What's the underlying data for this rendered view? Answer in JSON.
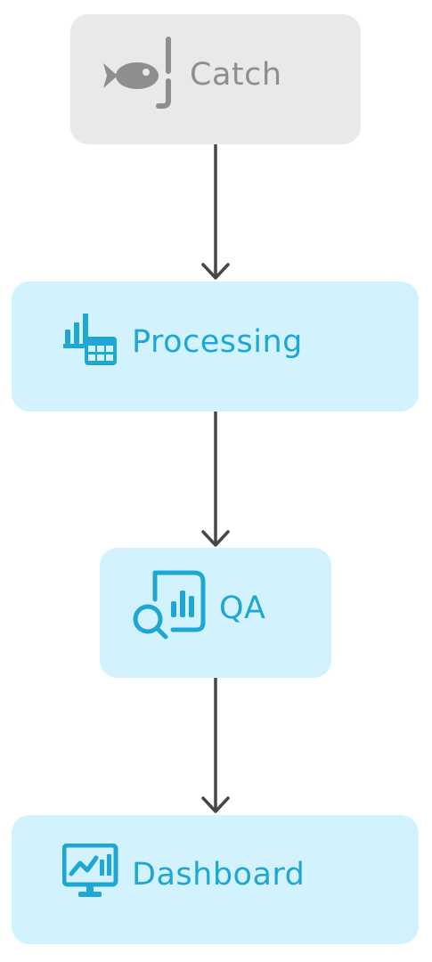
{
  "colors": {
    "inactive_fill": "#e9e9e9",
    "inactive_text": "#8e8e8e",
    "active_fill": "#d2f3fd",
    "active_text": "#1ea7d5",
    "arrow": "#464646"
  },
  "nodes": [
    {
      "id": "catch",
      "label": "Catch",
      "icon": "fishing-hook-icon",
      "state": "inactive"
    },
    {
      "id": "processing",
      "label": "Processing",
      "icon": "data-table-chart-icon",
      "state": "active"
    },
    {
      "id": "qa",
      "label": "QA",
      "icon": "report-search-icon",
      "state": "active"
    },
    {
      "id": "dashboard",
      "label": "Dashboard",
      "icon": "monitor-chart-icon",
      "state": "active"
    }
  ],
  "edges": [
    {
      "from": "catch",
      "to": "processing"
    },
    {
      "from": "processing",
      "to": "qa"
    },
    {
      "from": "qa",
      "to": "dashboard"
    }
  ]
}
